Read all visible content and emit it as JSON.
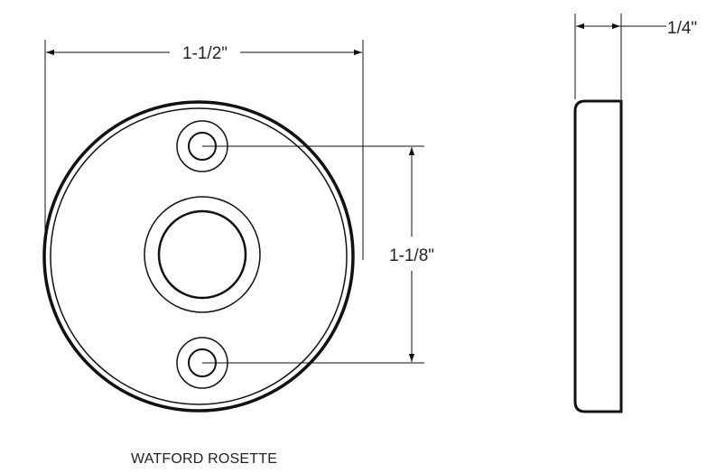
{
  "dimensions": {
    "overall_width": "1-1/2\"",
    "hole_spacing": "1-1/8\"",
    "thickness": "1/4\""
  },
  "caption": "WATFORD ROSETTE",
  "colors": {
    "line": "#111111",
    "text": "#222222",
    "background": "#ffffff"
  }
}
